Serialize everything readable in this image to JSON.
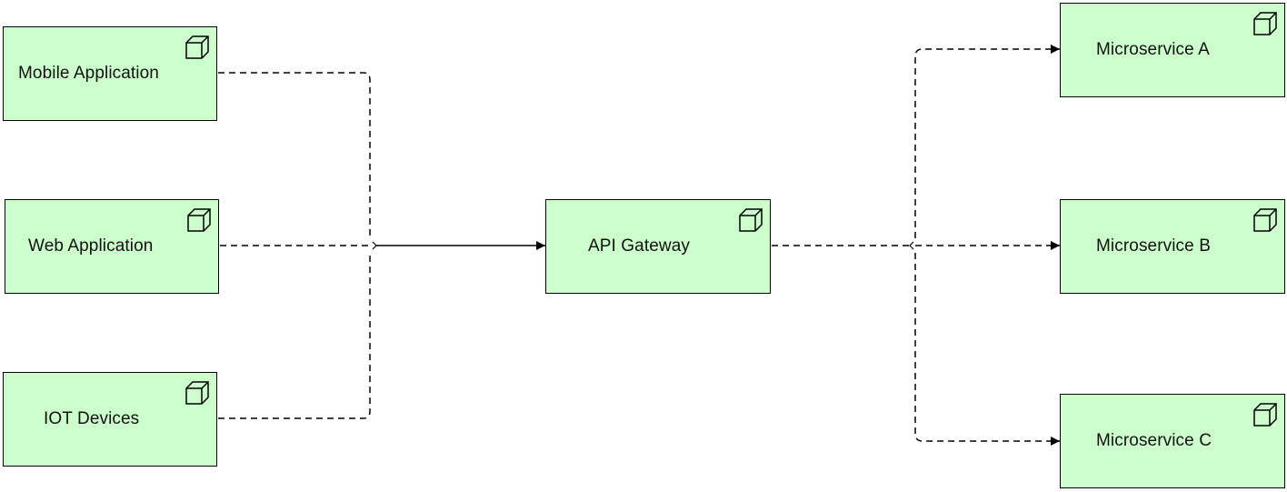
{
  "diagram": {
    "nodes": {
      "mobile_app": {
        "label": "Mobile Application"
      },
      "web_app": {
        "label": "Web Application"
      },
      "iot": {
        "label": "IOT Devices"
      },
      "gateway": {
        "label": "API Gateway"
      },
      "ms_a": {
        "label": "Microservice A"
      },
      "ms_b": {
        "label": "Microservice B"
      },
      "ms_c": {
        "label": "Microservice C"
      }
    },
    "node_icon": "node-cube-icon",
    "colors": {
      "node_fill": "#ccffcc",
      "border": "#000000",
      "connector": "#000000"
    }
  }
}
